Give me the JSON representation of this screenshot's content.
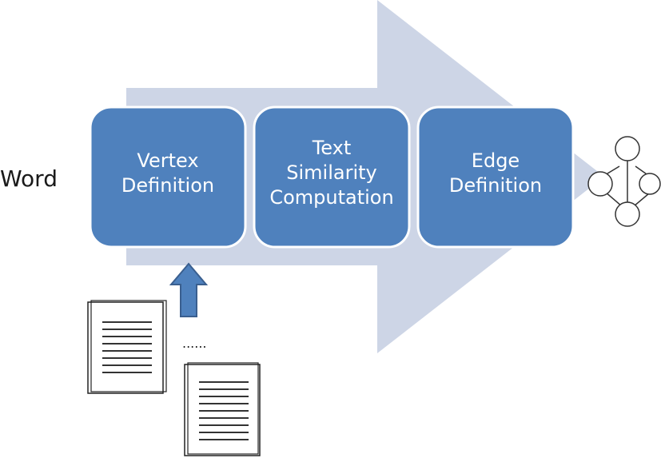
{
  "input_label": "Word",
  "steps": [
    {
      "line1": "Vertex",
      "line2": "Definition",
      "line3": ""
    },
    {
      "line1": "Text",
      "line2": "Similarity",
      "line3": "Computation"
    },
    {
      "line1": "Edge",
      "line2": "Definition",
      "line3": ""
    }
  ],
  "ellipsis": "......",
  "colors": {
    "big_arrow": "#cdd5e6",
    "box_fill": "#4f81bd",
    "box_stroke": "#ffffff",
    "small_arrow_fill": "#4f81bd",
    "small_arrow_stroke": "#3a5f8f",
    "doc_line": "#333333"
  },
  "icons": {
    "documents": "document-icon",
    "graph": "graph-icon",
    "up_arrow": "up-arrow-icon"
  }
}
